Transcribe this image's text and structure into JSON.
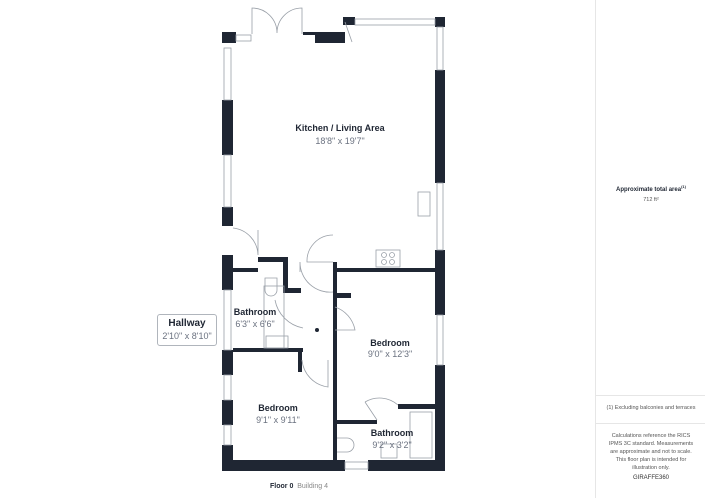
{
  "rooms": {
    "kitchen": {
      "name": "Kitchen / Living Area",
      "size": "18'8\" x 19'7\""
    },
    "bathroom1": {
      "name": "Bathroom",
      "size": "6'3\" x 6'6\""
    },
    "hallway": {
      "name": "Hallway",
      "size": "2'10\" x 8'10\""
    },
    "bedroom1": {
      "name": "Bedroom",
      "size": "9'0\" x 12'3\""
    },
    "bedroom2": {
      "name": "Bedroom",
      "size": "9'1\" x 9'11\""
    },
    "bathroom2": {
      "name": "Bathroom",
      "size": "9'2\" x 3'2\""
    }
  },
  "footer": {
    "floor": "Floor 0",
    "building": "Building 4"
  },
  "panel": {
    "area_label": "Approximate total area",
    "area_footnote_mark": "(1)",
    "area_value": "712 ft²",
    "footnote": "(1) Excluding balconies and terraces",
    "disclaimer": "Calculations reference the RICS IPMS 3C standard. Measurements are approximate and not to scale. This floor plan is intended for illustration only.",
    "brand": "GIRAFFE360"
  },
  "colors": {
    "wall": "#1f2633",
    "text": "#1f2633",
    "dim": "#6b7280"
  }
}
